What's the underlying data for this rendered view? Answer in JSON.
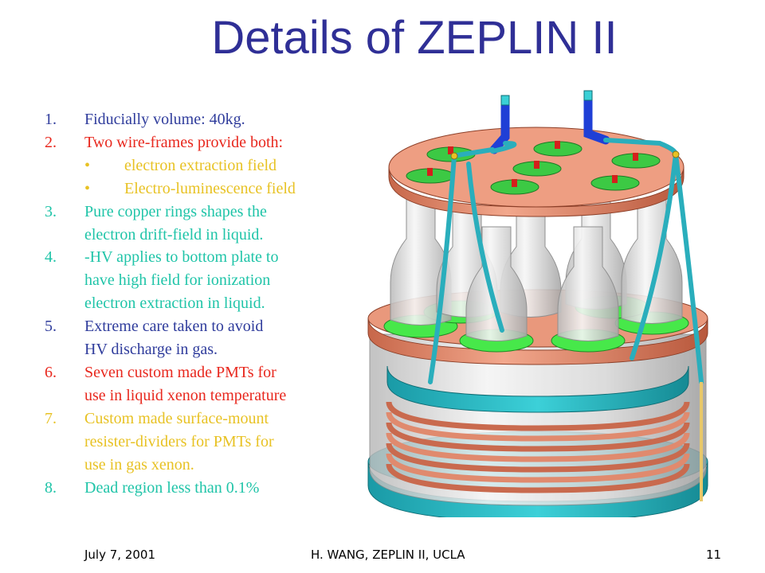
{
  "title": "Details of ZEPLIN II",
  "items": [
    {
      "num": "1.",
      "text": "Fiducially volume: 40kg.",
      "color": "#2f3c9c"
    },
    {
      "num": "2.",
      "text": "Two wire-frames provide both:",
      "color": "#e8281e"
    },
    {
      "num": "•",
      "text": "electron extraction field",
      "color": "#e8c224",
      "sub": true
    },
    {
      "num": "•",
      "text": "Electro-luminescence field",
      "color": "#e8c224",
      "sub": true
    },
    {
      "num": "3.",
      "text": "Pure copper rings shapes the",
      "color": "#1fc4a8"
    },
    {
      "num": "",
      "text": "electron drift-field in liquid.",
      "color": "#1fc4a8"
    },
    {
      "num": "4.",
      "text": "-HV applies to bottom plate to",
      "color": "#1fc4a8"
    },
    {
      "num": "",
      "text": "have high field for ionization",
      "color": "#1fc4a8"
    },
    {
      "num": "",
      "text": "electron extraction in liquid.",
      "color": "#1fc4a8"
    },
    {
      "num": "5.",
      "text": "Extreme care taken to avoid",
      "color": "#2f3c9c"
    },
    {
      "num": "",
      "text": "HV discharge in gas.",
      "color": "#2f3c9c"
    },
    {
      "num": "6.",
      "text": "Seven custom made PMTs for",
      "color": "#e8281e"
    },
    {
      "num": "",
      "text": "use in liquid xenon temperature",
      "color": "#e8281e"
    },
    {
      "num": "7.",
      "text": "Custom made surface-mount",
      "color": "#e8c224"
    },
    {
      "num": "",
      "text": "resister-dividers for PMTs for",
      "color": "#e8c224"
    },
    {
      "num": "",
      "text": "use in gas xenon.",
      "color": "#e8c224"
    },
    {
      "num": "8.",
      "text": "Dead region less than 0.1%",
      "color": "#1fc4a8"
    }
  ],
  "footer": {
    "date": "July 7, 2001",
    "center": "H. WANG, ZEPLIN II, UCLA",
    "page": "11"
  }
}
